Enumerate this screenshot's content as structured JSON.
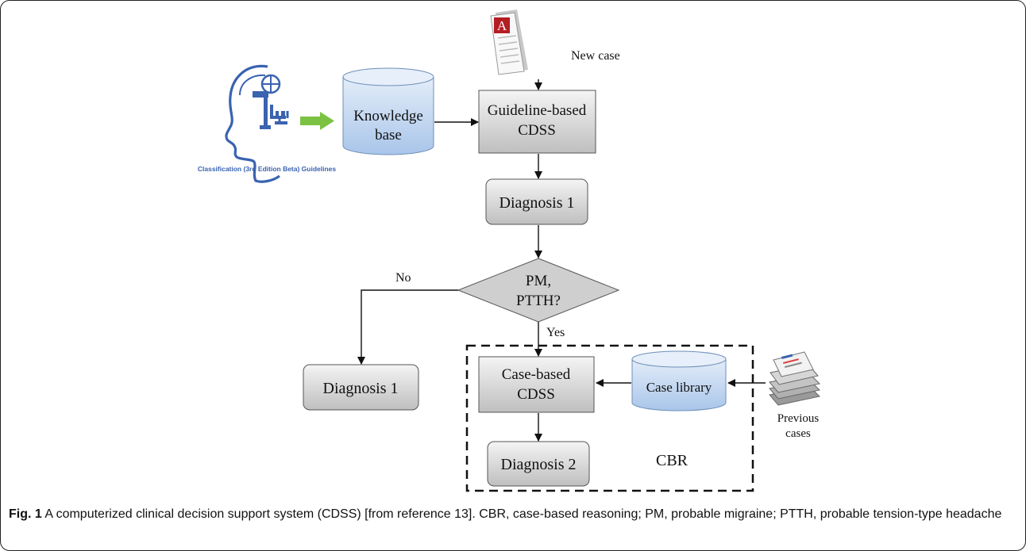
{
  "nodes": {
    "new_case": "New case",
    "knowledge_base": [
      "Knowledge",
      "base"
    ],
    "guideline_cdss": [
      "Guideline-based",
      "CDSS"
    ],
    "diagnosis_1_top": "Diagnosis 1",
    "decision": [
      "PM,",
      "PTTH?"
    ],
    "diagnosis_1_bottom": "Diagnosis 1",
    "case_cdss": [
      "Case-based",
      "CDSS"
    ],
    "case_library": "Case library",
    "diagnosis_2": "Diagnosis 2",
    "cbr": "CBR",
    "previous_cases": [
      "Previous",
      "cases"
    ],
    "ihs_caption": "Classification (3rd Edition Beta) Guidelines"
  },
  "edges": {
    "no": "No",
    "yes": "Yes"
  },
  "caption": {
    "label": "Fig. 1",
    "text": "A computerized clinical decision support system (CDSS) [from reference 13]. CBR, case-based reasoning; PM, probable migraine; PTTH, probable tension-type headache"
  },
  "colors": {
    "cylinder_fill": "#c9dcf3",
    "box_fill": "#d4d4d4",
    "arrow_green": "#7cc242",
    "logo_blue": "#3a63b0"
  }
}
